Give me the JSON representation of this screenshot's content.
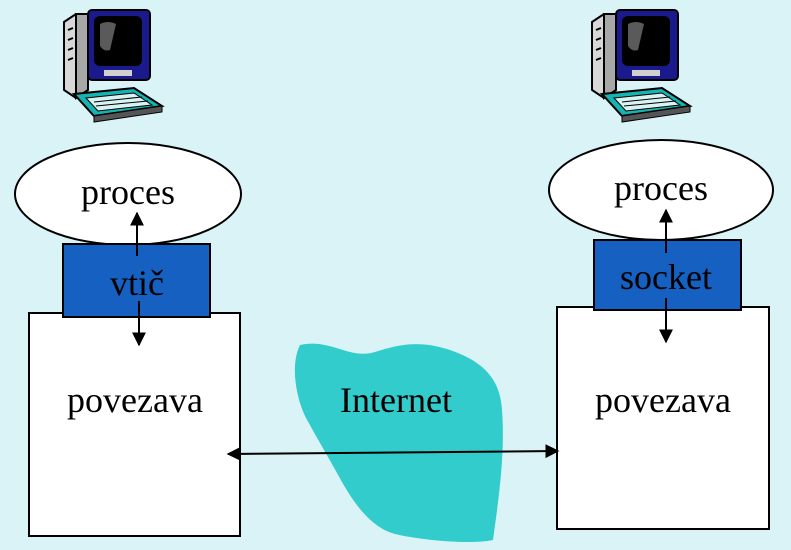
{
  "left_host": {
    "process_label": "proces",
    "socket_label": "vtič",
    "transport_label": "povezava"
  },
  "right_host": {
    "process_label": "proces",
    "socket_label": "socket",
    "transport_label": "povezava"
  },
  "network": {
    "label": "Internet"
  },
  "colors": {
    "background": "#daf3f7",
    "socket_fill": "#1560c0",
    "cloud_fill": "#33cccc",
    "box_fill": "#ffffff"
  },
  "icons": [
    "computer-icon",
    "computer-icon"
  ]
}
